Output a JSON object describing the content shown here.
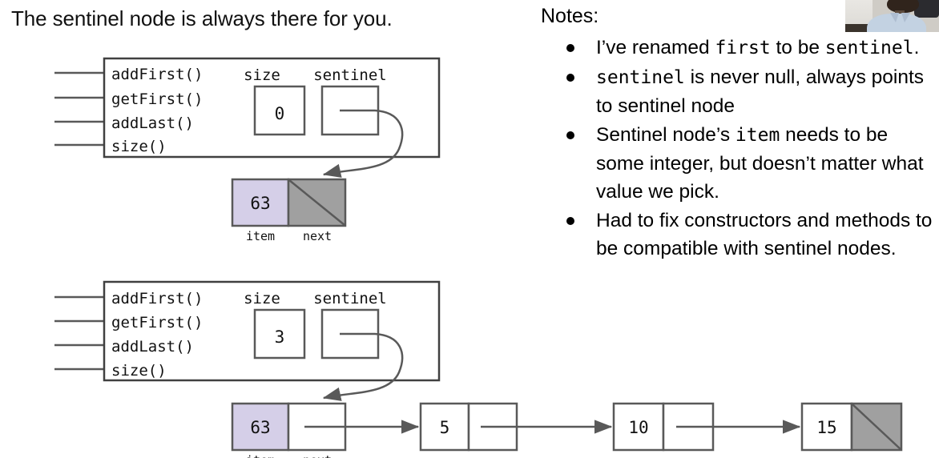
{
  "slide": {
    "title": "The sentinel node is always there for you."
  },
  "diagram": {
    "states": [
      {
        "name": "empty-list-state",
        "methods": [
          "addFirst()",
          "getFirst()",
          "addLast()",
          "size()"
        ],
        "size_label": "size",
        "size_value": "0",
        "sentinel_label": "sentinel",
        "nodes": [
          {
            "item": "63",
            "item_label": "item",
            "next_label": "next",
            "item_fill": "#d5cfe8",
            "next_null": true
          }
        ]
      },
      {
        "name": "three-element-list-state",
        "methods": [
          "addFirst()",
          "getFirst()",
          "addLast()",
          "size()"
        ],
        "size_label": "size",
        "size_value": "3",
        "sentinel_label": "sentinel",
        "nodes": [
          {
            "item": "63",
            "item_label": "item",
            "next_label": "next",
            "item_fill": "#d5cfe8",
            "next_null": false
          },
          {
            "item": "5",
            "item_fill": "#ffffff",
            "next_null": false
          },
          {
            "item": "10",
            "item_fill": "#ffffff",
            "next_null": false
          },
          {
            "item": "15",
            "item_fill": "#ffffff",
            "next_null": true
          }
        ]
      }
    ],
    "colors": {
      "stroke": "#595959",
      "null_fill": "#a0a0a0",
      "item_fill": "#d5cfe8"
    }
  },
  "notes": {
    "heading": "Notes:",
    "bullets": [
      {
        "parts": [
          {
            "text": "I’ve renamed ",
            "code": false
          },
          {
            "text": "first",
            "code": true
          },
          {
            "text": " to be ",
            "code": false
          },
          {
            "text": "sentinel",
            "code": true
          },
          {
            "text": ".",
            "code": false
          }
        ]
      },
      {
        "parts": [
          {
            "text": "sentinel",
            "code": true
          },
          {
            "text": " is never null, always points to sentinel node",
            "code": false
          }
        ]
      },
      {
        "parts": [
          {
            "text": "Sentinel node’s ",
            "code": false
          },
          {
            "text": "item",
            "code": true
          },
          {
            "text": " needs to be some integer, but doesn’t matter what value we pick.",
            "code": false
          }
        ]
      },
      {
        "parts": [
          {
            "text": "Had to fix constructors and methods to be compatible with sentinel nodes.",
            "code": false
          }
        ]
      }
    ]
  },
  "webcam": {
    "label": "presenter-webcam-thumbnail"
  }
}
